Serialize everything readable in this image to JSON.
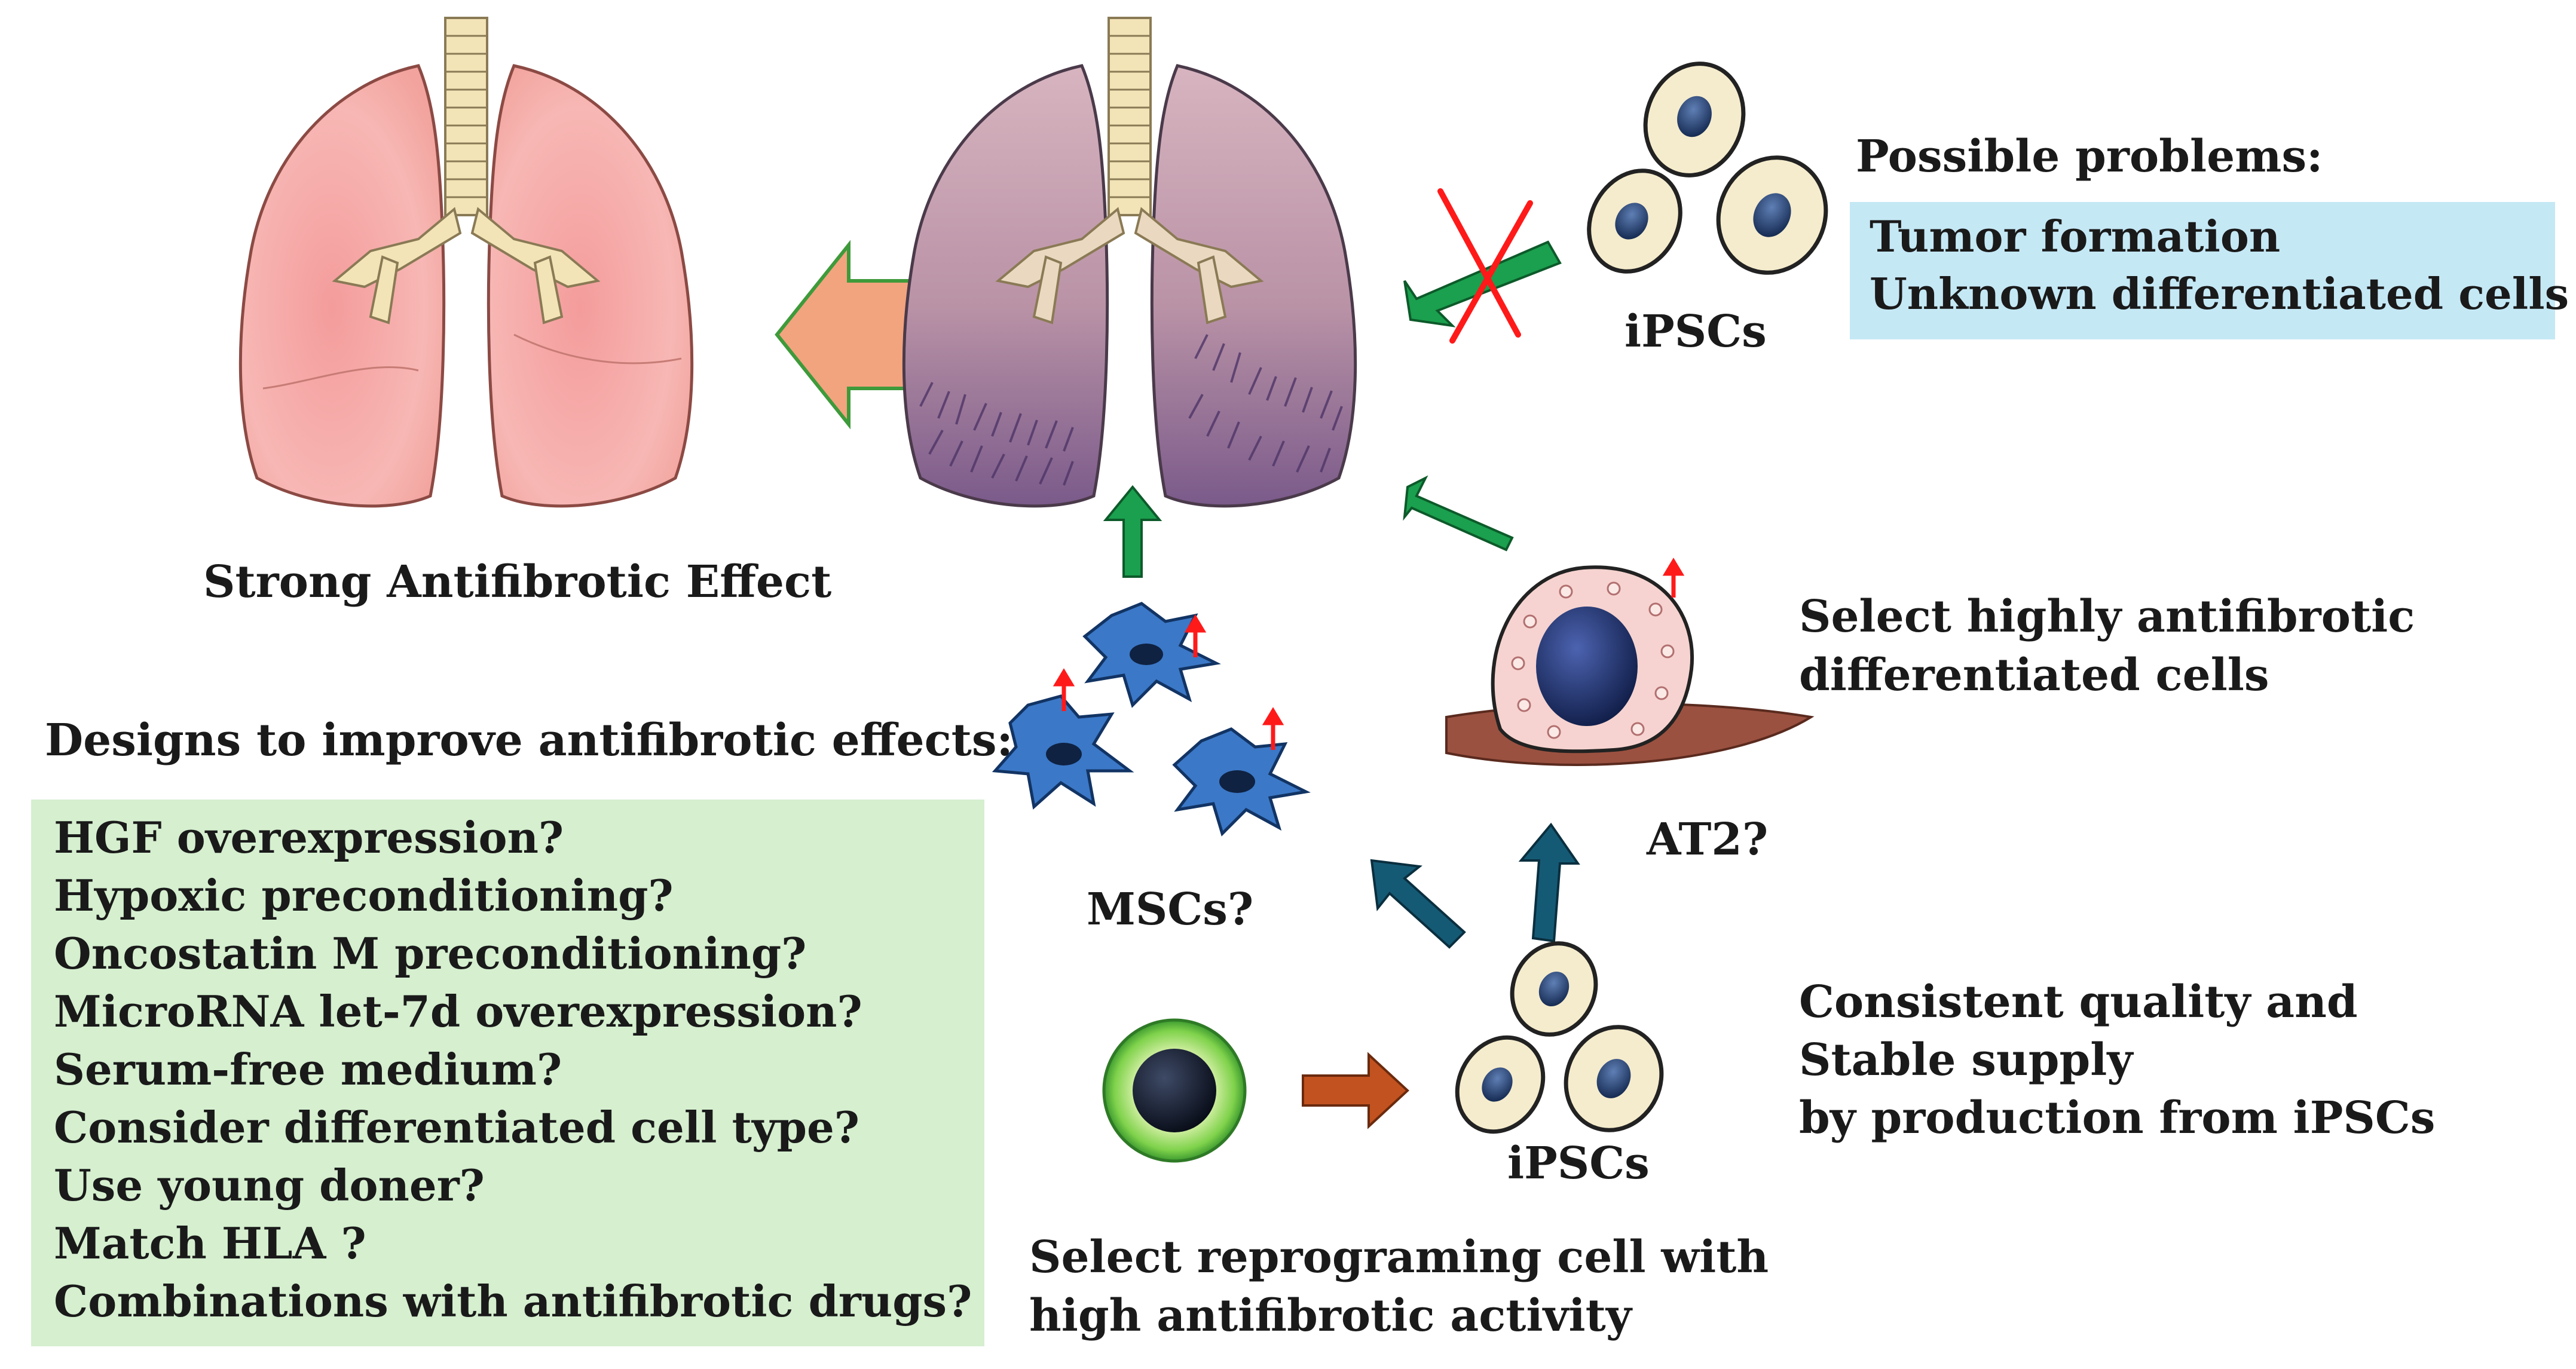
{
  "healthy_lung_caption": "Strong Antifibrotic Effect",
  "possible_problems": {
    "heading": "Possible problems:",
    "items": [
      "Tumor formation",
      "Unknown differentiated cells"
    ]
  },
  "designs": {
    "heading": "Designs to improve antifibrotic effects:",
    "items": [
      "HGF overexpression?",
      "Hypoxic preconditioning?",
      "Oncostatin M preconditioning?",
      "MicroRNA let-7d overexpression?",
      "Serum-free medium?",
      "Consider differentiated cell type?",
      "Use young doner?",
      "Match HLA ?",
      "Combinations with antifibrotic drugs?"
    ]
  },
  "labels": {
    "ipscs_top": "iPSCs",
    "ipscs_bottom": "iPSCs",
    "mscs": "MSCs?",
    "at2": "AT2?"
  },
  "select_differentiated": [
    "Select highly antifibrotic",
    "differentiated cells"
  ],
  "consistent_quality": [
    "Consistent quality and",
    "Stable supply",
    "by production from iPSCs"
  ],
  "select_reprogramming": [
    "Select reprograming cell with",
    "high antifibrotic activity"
  ],
  "colors": {
    "green_arrow": "#1aa04e",
    "blue_arrow": "#155a75",
    "orange_arrow": "#c2521f",
    "salmon_arrow": "#f2a47e",
    "red_mark": "#ff1a1a",
    "designs_box": "#d5efcf",
    "problems_box": "#c5e8f5"
  }
}
